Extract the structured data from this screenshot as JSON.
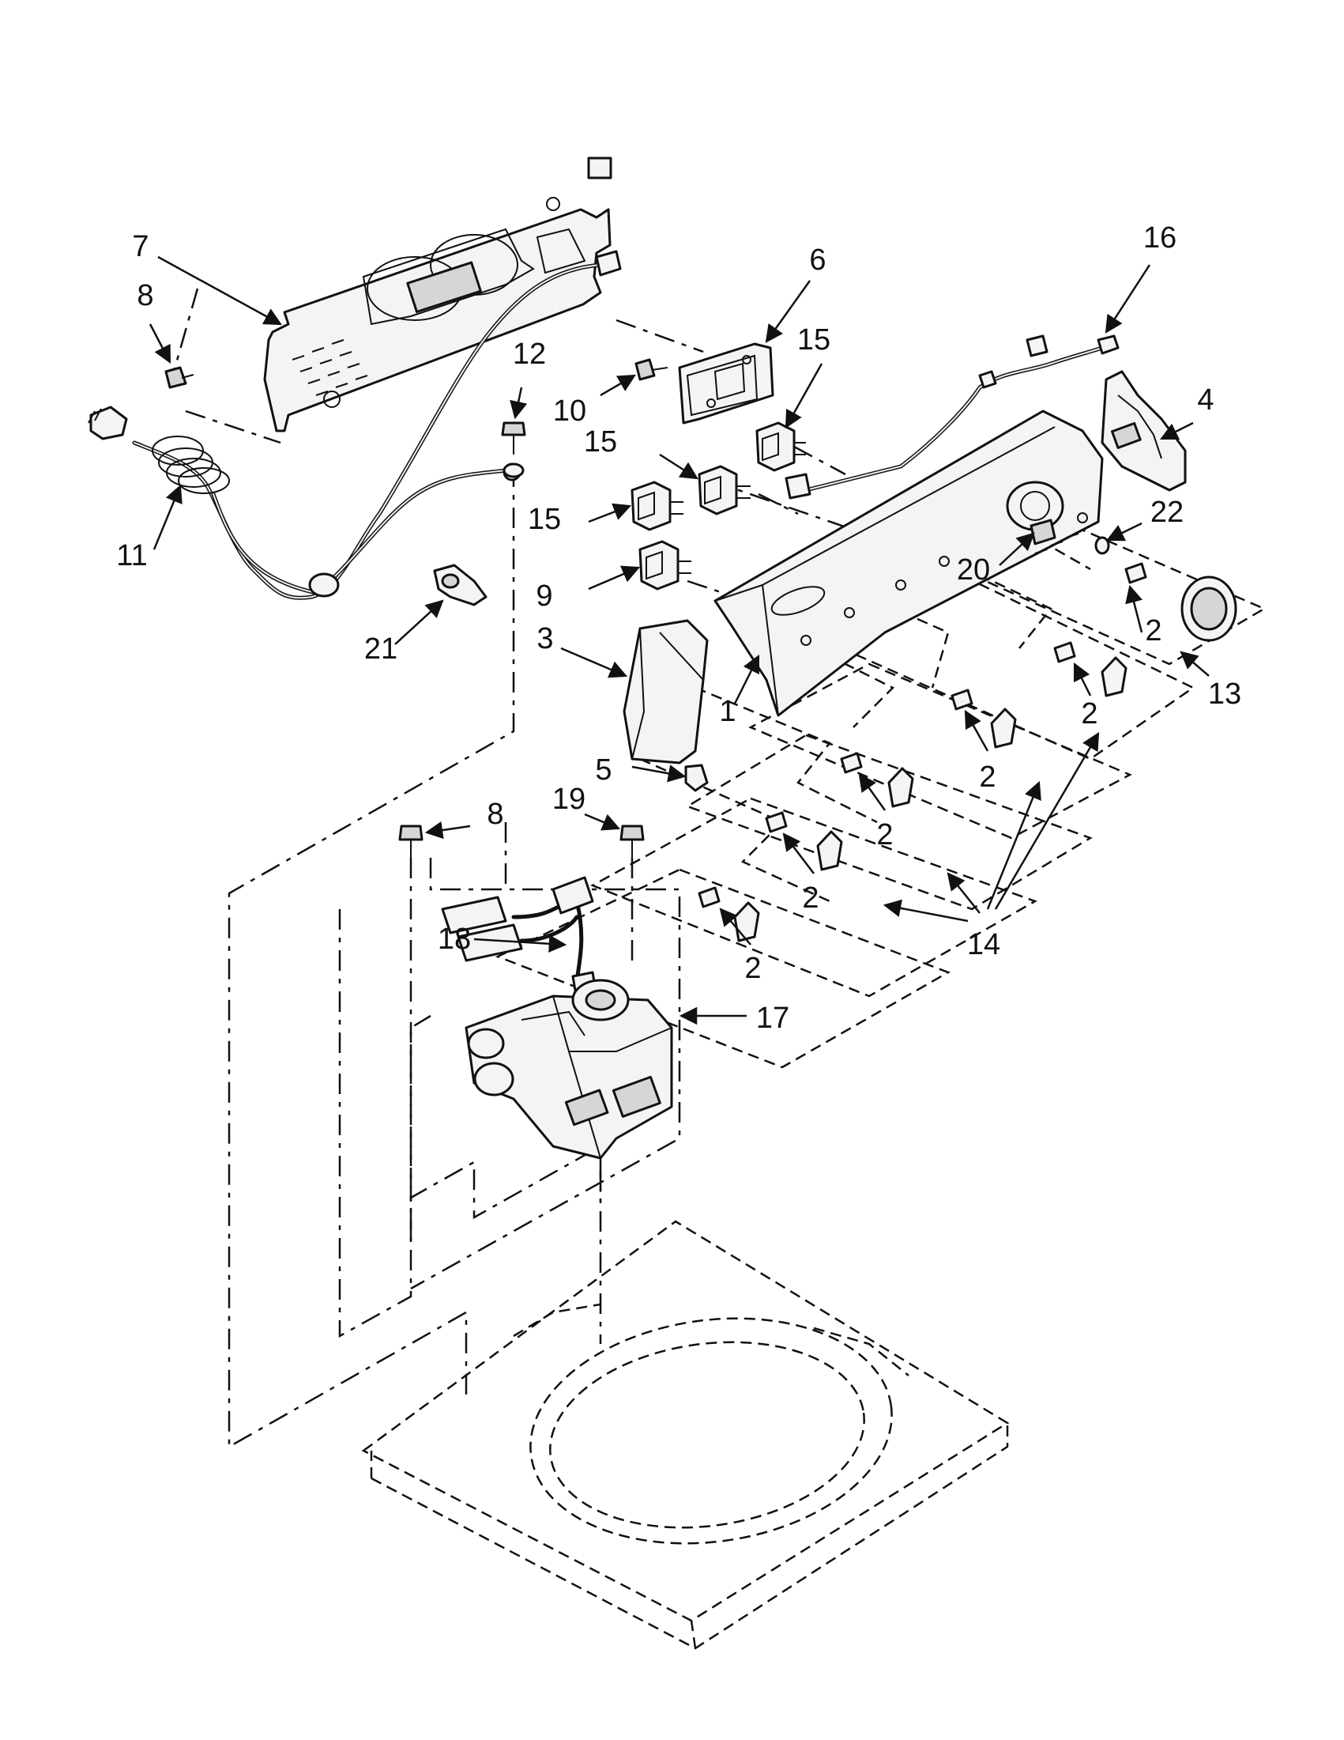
{
  "callouts": {
    "c1": "1",
    "c2a": "2",
    "c2b": "2",
    "c2c": "2",
    "c2d": "2",
    "c2e": "2",
    "c2f": "2",
    "c3": "3",
    "c4": "4",
    "c5": "5",
    "c6": "6",
    "c7": "7",
    "c8a": "8",
    "c8b": "8",
    "c9": "9",
    "c10": "10",
    "c11": "11",
    "c12": "12",
    "c13": "13",
    "c14": "14",
    "c15a": "15",
    "c15b": "15",
    "c15c": "15",
    "c16": "16",
    "c17": "17",
    "c18": "18",
    "c19": "19",
    "c20": "20",
    "c21": "21",
    "c22": "22"
  }
}
